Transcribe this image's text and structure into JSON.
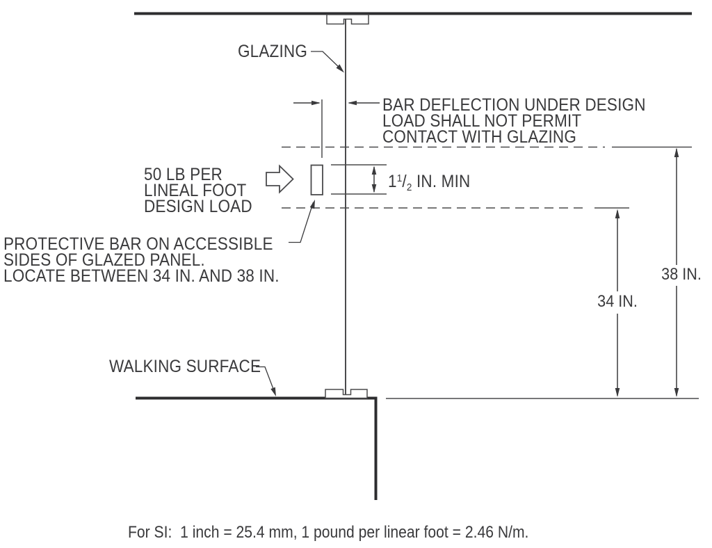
{
  "figure": {
    "title_implicit": "Protective bar for glazing diagram",
    "labels": {
      "glazing": "GLAZING",
      "deflection_lines": [
        "BAR DEFLECTION UNDER DESIGN",
        "LOAD SHALL NOT PERMIT",
        "CONTACT WITH GLAZING"
      ],
      "load_lines": [
        "50 LB PER",
        "LINEAL FOOT",
        "DESIGN LOAD"
      ],
      "min_gap": {
        "whole": "1",
        "sup": "1",
        "slash": "/",
        "sub": "2",
        "rest": " IN. MIN"
      },
      "protective_lines": [
        "PROTECTIVE BAR ON ACCESSIBLE",
        "SIDES OF GLAZED PANEL.",
        "LOCATE BETWEEN 34 IN. AND 38 IN."
      ],
      "dim_38": "38 IN.",
      "dim_34": "34 IN.",
      "walking": "WALKING SURFACE"
    },
    "note": "For SI:  1 inch = 25.4 mm, 1 pound per linear foot = 2.46 N/m.",
    "dimensions": {
      "upper_height_in": 38,
      "lower_height_in": 34,
      "min_clearance_in": 1.5,
      "design_load_lb_per_ft": 50
    },
    "colors": {
      "background": "#ffffff",
      "line_thick": "#2d2d2f",
      "line_thin": "#4a4a4c",
      "text": "#3a3a3c"
    }
  }
}
